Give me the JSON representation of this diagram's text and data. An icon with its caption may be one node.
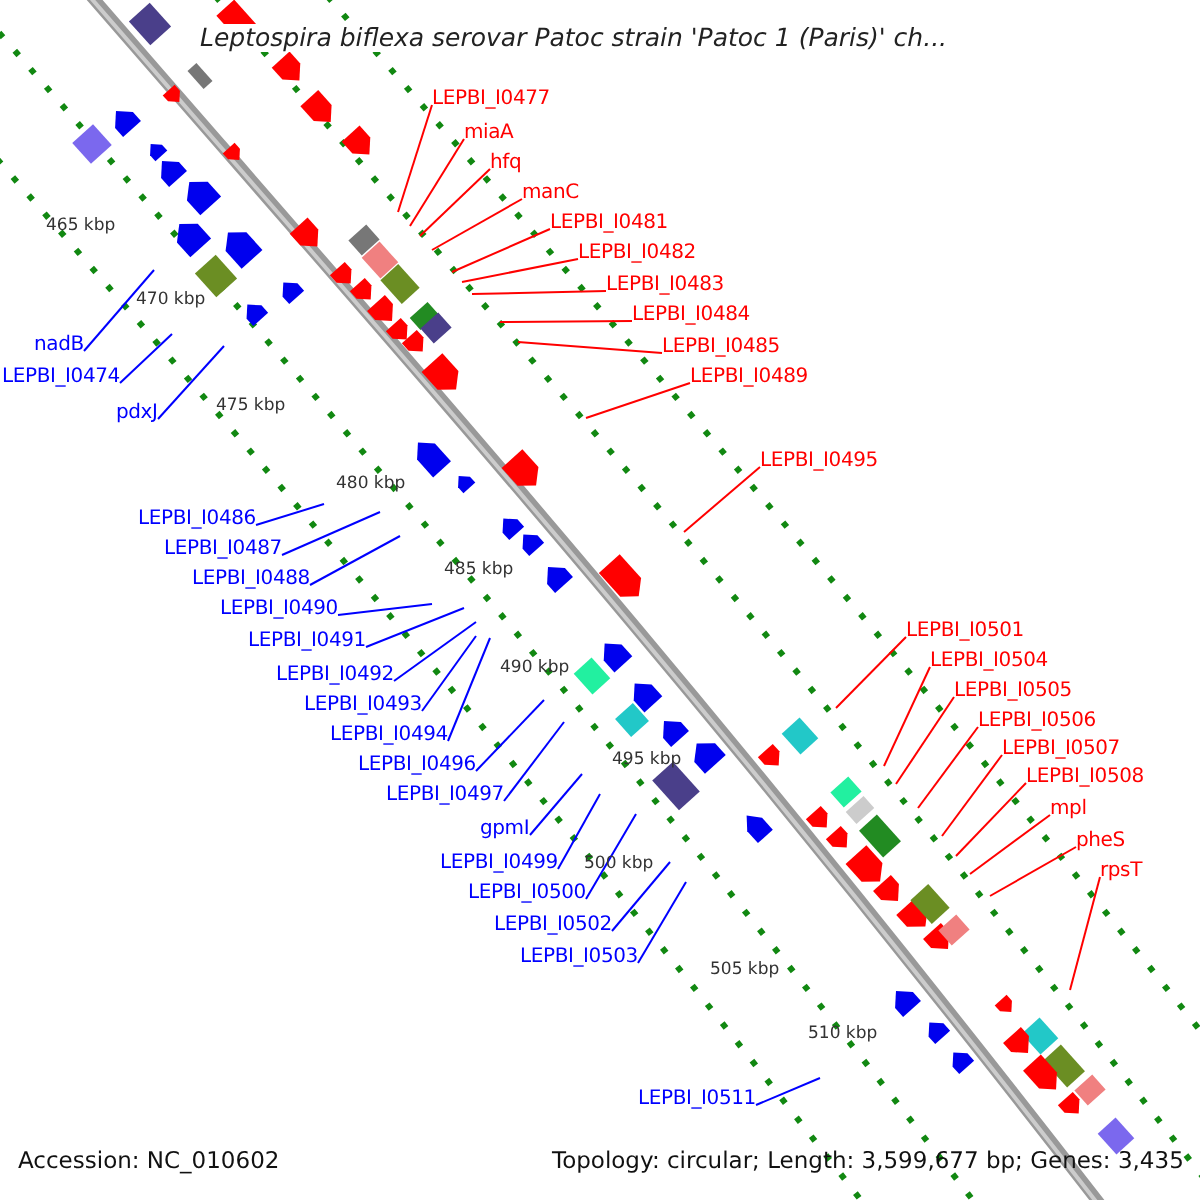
{
  "diagram": {
    "title": "Leptospira biflexa serovar Patoc strain 'Patoc 1 (Paris)' ch...",
    "nodes": [
      {
        "text": [
          "LEPBI_I0477"
        ]
      },
      {
        "text": [
          "miaA"
        ]
      },
      {
        "text": [
          "hfq"
        ]
      },
      {
        "text": [
          "manC"
        ]
      },
      {
        "text": [
          "LEPBI_I0481"
        ]
      },
      {
        "text": [
          "LEPBI_I0482"
        ]
      },
      {
        "text": [
          "LEPBI_I0483"
        ]
      },
      {
        "text": [
          "LEPBI_I0484"
        ]
      },
      {
        "text": [
          "LEPBI_I0485"
        ]
      },
      {
        "text": [
          "LEPBI_I0489"
        ]
      },
      {
        "text": [
          "LEPBI_I0495"
        ]
      },
      {
        "text": [
          "LEPBI_I0501"
        ]
      },
      {
        "text": [
          "LEPBI_I0504"
        ]
      },
      {
        "text": [
          "LEPBI_I0505"
        ]
      },
      {
        "text": [
          "LEPBI_I0506"
        ]
      },
      {
        "text": [
          "LEPBI_I0507"
        ]
      },
      {
        "text": [
          "LEPBI_I0508"
        ]
      },
      {
        "text": [
          "mpl"
        ]
      },
      {
        "text": [
          "pheS"
        ]
      },
      {
        "text": [
          "rpsT"
        ]
      },
      {
        "text": [
          "nadB"
        ]
      },
      {
        "text": [
          "LEPBI_I0474"
        ]
      },
      {
        "text": [
          "pdxJ"
        ]
      },
      {
        "text": [
          "LEPBI_I0486"
        ]
      },
      {
        "text": [
          "LEPBI_I0487"
        ]
      },
      {
        "text": [
          "LEPBI_I0488"
        ]
      },
      {
        "text": [
          "LEPBI_I0490"
        ]
      },
      {
        "text": [
          "LEPBI_I0491"
        ]
      },
      {
        "text": [
          "LEPBI_I0492"
        ]
      },
      {
        "text": [
          "LEPBI_I0493"
        ]
      },
      {
        "text": [
          "LEPBI_I0494"
        ]
      },
      {
        "text": [
          "LEPBI_I0496"
        ]
      },
      {
        "text": [
          "LEPBI_I0497"
        ]
      },
      {
        "text": [
          "gpmI"
        ]
      },
      {
        "text": [
          "LEPBI_I0499"
        ]
      },
      {
        "text": [
          "LEPBI_I0500"
        ]
      },
      {
        "text": [
          "LEPBI_I0502"
        ]
      },
      {
        "text": [
          "LEPBI_I0503"
        ]
      },
      {
        "text": [
          "LEPBI_I0511"
        ]
      }
    ],
    "edges": [
      {
        "from": 0,
        "to": null,
        "arrow": "none"
      },
      {
        "from": 1,
        "to": null,
        "arrow": "none"
      },
      {
        "from": 2,
        "to": null,
        "arrow": "none"
      },
      {
        "from": 3,
        "to": null,
        "arrow": "none"
      },
      {
        "from": 4,
        "to": null,
        "arrow": "none"
      },
      {
        "from": 5,
        "to": null,
        "arrow": "none"
      },
      {
        "from": 6,
        "to": null,
        "arrow": "none"
      },
      {
        "from": 7,
        "to": null,
        "arrow": "none"
      },
      {
        "from": 8,
        "to": null,
        "arrow": "none"
      },
      {
        "from": 9,
        "to": null,
        "arrow": "none"
      },
      {
        "from": 10,
        "to": null,
        "arrow": "none"
      },
      {
        "from": 11,
        "to": null,
        "arrow": "none"
      },
      {
        "from": 12,
        "to": null,
        "arrow": "none"
      },
      {
        "from": 13,
        "to": null,
        "arrow": "none"
      },
      {
        "from": 14,
        "to": null,
        "arrow": "none"
      },
      {
        "from": 15,
        "to": null,
        "arrow": "none"
      },
      {
        "from": 16,
        "to": null,
        "arrow": "none"
      },
      {
        "from": 17,
        "to": null,
        "arrow": "none"
      },
      {
        "from": 18,
        "to": null,
        "arrow": "none"
      },
      {
        "from": 19,
        "to": null,
        "arrow": "none"
      },
      {
        "from": 20,
        "to": null,
        "arrow": "none",
        "color": "#0000ff"
      },
      {
        "from": 21,
        "to": null,
        "arrow": "none",
        "color": "#0000ff"
      },
      {
        "from": 22,
        "to": null,
        "arrow": "none",
        "color": "#0000ff"
      },
      {
        "from": 23,
        "to": null,
        "arrow": "none",
        "color": "#0000ff"
      },
      {
        "from": 24,
        "to": null,
        "arrow": "none",
        "color": "#0000ff"
      },
      {
        "from": 25,
        "to": null,
        "arrow": "none",
        "color": "#0000ff"
      },
      {
        "from": 26,
        "to": null,
        "arrow": "none",
        "color": "#0000ff"
      },
      {
        "from": 27,
        "to": null,
        "arrow": "none",
        "color": "#0000ff"
      },
      {
        "from": 28,
        "to": null,
        "arrow": "none",
        "color": "#0000ff"
      },
      {
        "from": 29,
        "to": null,
        "arrow": "none",
        "color": "#0000ff"
      },
      {
        "from": 30,
        "to": null,
        "arrow": "none",
        "color": "#0000ff"
      },
      {
        "from": 31,
        "to": null,
        "arrow": "none",
        "color": "#0000ff"
      },
      {
        "from": 32,
        "to": null,
        "arrow": "none",
        "color": "#0000ff"
      },
      {
        "from": 33,
        "to": null,
        "arrow": "none",
        "color": "#0000ff"
      },
      {
        "from": 34,
        "to": null,
        "arrow": "none",
        "color": "#0000ff"
      },
      {
        "from": 35,
        "to": null,
        "arrow": "none",
        "color": "#0000ff"
      },
      {
        "from": 36,
        "to": null,
        "arrow": "none",
        "color": "#0000ff"
      },
      {
        "from": 37,
        "to": null,
        "arrow": "none",
        "color": "#0000ff"
      },
      {
        "from": 38,
        "to": null,
        "arrow": "none",
        "color": "#0000ff"
      }
    ],
    "labels": [
      "465 kbp",
      "470 kbp",
      "475 kbp",
      "480 kbp",
      "485 kbp",
      "490 kbp",
      "495 kbp",
      "500 kbp",
      "505 kbp",
      "510 kbp",
      "Accession: NC_010602",
      "Topology: circular; Length: 3,599,677 bp; Genes: 3,435"
    ]
  }
}
